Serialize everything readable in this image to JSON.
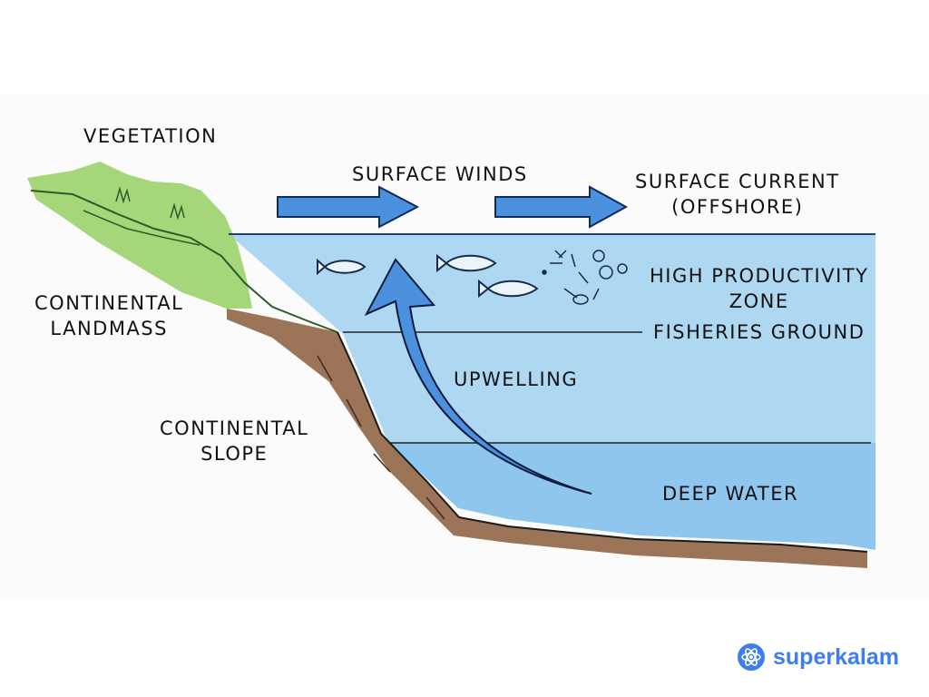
{
  "labels": {
    "vegetation": "VEGETATION",
    "continental_landmass": "CONTINENTAL\nLANDMASS",
    "continental_slope": "CONTINENTAL\nSLOPE",
    "surface_winds": "SURFACE WINDS",
    "surface_current": "SURFACE CURRENT\n(OFFSHORE)",
    "high_productivity_zone": "HIGH PRODUCTIVITY\nZONE",
    "fisheries_ground": "FISHERIES GROUND",
    "upwelling": "UPWELLING",
    "deep_water": "DEEP WATER"
  },
  "brand": {
    "name": "superkalam"
  },
  "colors": {
    "water_light": "#aed8f2",
    "water_deep": "#8fc6ee",
    "arrow": "#4c91de",
    "land": "#9c7558",
    "vegetation": "#a6d67a",
    "brand": "#3d7df0"
  }
}
